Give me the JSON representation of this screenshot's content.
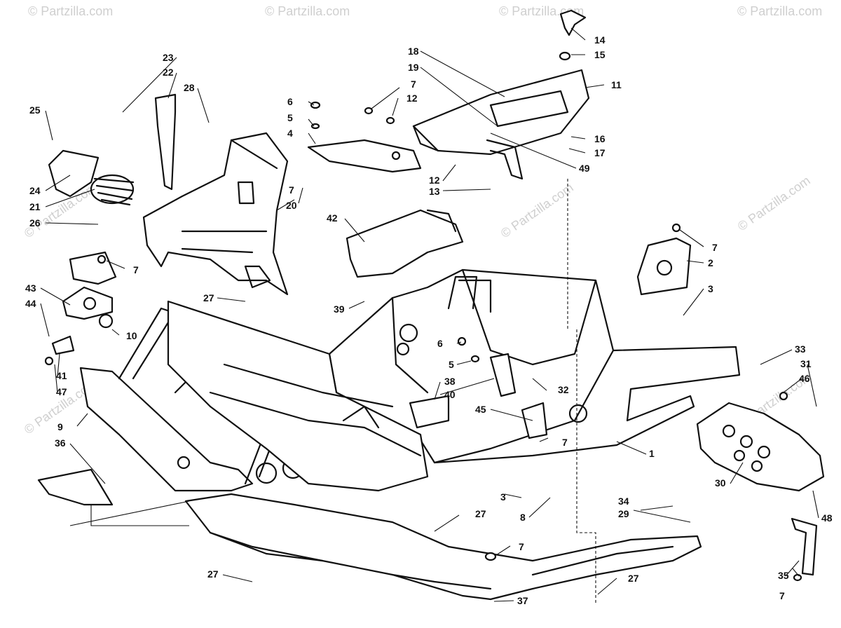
{
  "watermark": "© Partzilla.com",
  "callouts": [
    {
      "id": "c1",
      "label": "1"
    },
    {
      "id": "c2",
      "label": "2"
    },
    {
      "id": "c3",
      "label": "3"
    },
    {
      "id": "c3b",
      "label": "3"
    },
    {
      "id": "c4",
      "label": "4"
    },
    {
      "id": "c5",
      "label": "5"
    },
    {
      "id": "c5b",
      "label": "5"
    },
    {
      "id": "c6",
      "label": "6"
    },
    {
      "id": "c6b",
      "label": "6"
    },
    {
      "id": "c7a",
      "label": "7"
    },
    {
      "id": "c7b",
      "label": "7"
    },
    {
      "id": "c7c",
      "label": "7"
    },
    {
      "id": "c7d",
      "label": "7"
    },
    {
      "id": "c7e",
      "label": "7"
    },
    {
      "id": "c7f",
      "label": "7"
    },
    {
      "id": "c7g",
      "label": "7"
    },
    {
      "id": "c8",
      "label": "8"
    },
    {
      "id": "c9",
      "label": "9"
    },
    {
      "id": "c10",
      "label": "10"
    },
    {
      "id": "c11",
      "label": "11"
    },
    {
      "id": "c12a",
      "label": "12"
    },
    {
      "id": "c12b",
      "label": "12"
    },
    {
      "id": "c13",
      "label": "13"
    },
    {
      "id": "c14",
      "label": "14"
    },
    {
      "id": "c15",
      "label": "15"
    },
    {
      "id": "c16",
      "label": "16"
    },
    {
      "id": "c17",
      "label": "17"
    },
    {
      "id": "c18",
      "label": "18"
    },
    {
      "id": "c19",
      "label": "19"
    },
    {
      "id": "c20",
      "label": "20"
    },
    {
      "id": "c21",
      "label": "21"
    },
    {
      "id": "c22",
      "label": "22"
    },
    {
      "id": "c23",
      "label": "23"
    },
    {
      "id": "c24",
      "label": "24"
    },
    {
      "id": "c25",
      "label": "25"
    },
    {
      "id": "c26",
      "label": "26"
    },
    {
      "id": "c27a",
      "label": "27"
    },
    {
      "id": "c27b",
      "label": "27"
    },
    {
      "id": "c27c",
      "label": "27"
    },
    {
      "id": "c27d",
      "label": "27"
    },
    {
      "id": "c28",
      "label": "28"
    },
    {
      "id": "c29",
      "label": "29"
    },
    {
      "id": "c30",
      "label": "30"
    },
    {
      "id": "c31",
      "label": "31"
    },
    {
      "id": "c32",
      "label": "32"
    },
    {
      "id": "c33",
      "label": "33"
    },
    {
      "id": "c34",
      "label": "34"
    },
    {
      "id": "c35",
      "label": "35"
    },
    {
      "id": "c36",
      "label": "36"
    },
    {
      "id": "c37",
      "label": "37"
    },
    {
      "id": "c38",
      "label": "38"
    },
    {
      "id": "c39",
      "label": "39"
    },
    {
      "id": "c40",
      "label": "40"
    },
    {
      "id": "c41",
      "label": "41"
    },
    {
      "id": "c42",
      "label": "42"
    },
    {
      "id": "c43",
      "label": "43"
    },
    {
      "id": "c44",
      "label": "44"
    },
    {
      "id": "c45",
      "label": "45"
    },
    {
      "id": "c46",
      "label": "46"
    },
    {
      "id": "c47",
      "label": "47"
    },
    {
      "id": "c48",
      "label": "48"
    },
    {
      "id": "c49",
      "label": "49"
    }
  ]
}
